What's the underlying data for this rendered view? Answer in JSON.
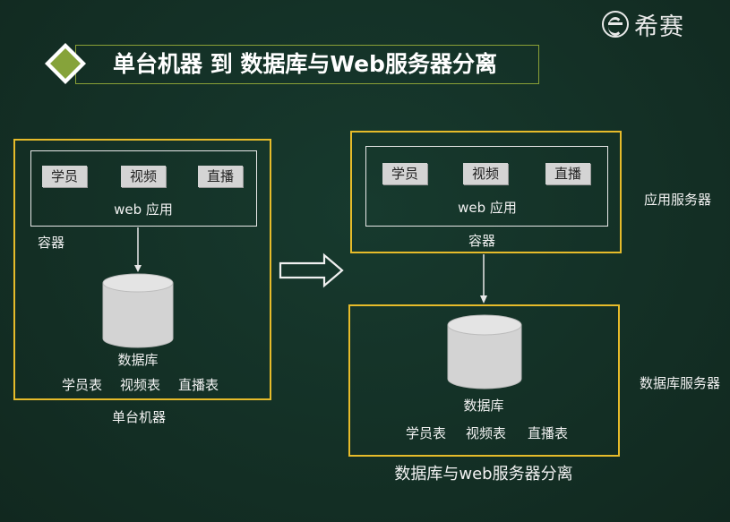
{
  "logo": {
    "text": "希赛"
  },
  "title": "单台机器 到 数据库与Web服务器分离",
  "left": {
    "modules": [
      "学员",
      "视频",
      "直播"
    ],
    "web_app_label": "web 应用",
    "container_label": "容器",
    "database_label": "数据库",
    "tables": [
      "学员表",
      "视频表",
      "直播表"
    ],
    "caption": "单台机器"
  },
  "right": {
    "modules": [
      "学员",
      "视频",
      "直播"
    ],
    "web_app_label": "web 应用",
    "container_label": "容器",
    "app_server_label": "应用服务器",
    "database_label": "数据库",
    "tables": [
      "学员表",
      "视频表",
      "直播表"
    ],
    "db_server_label": "数据库服务器",
    "caption": "数据库与web服务器分离"
  },
  "colors": {
    "background": "#133227",
    "box_border": "#e6bb2a",
    "accent_green": "#86a33a",
    "chip": "#d4d4d4"
  }
}
